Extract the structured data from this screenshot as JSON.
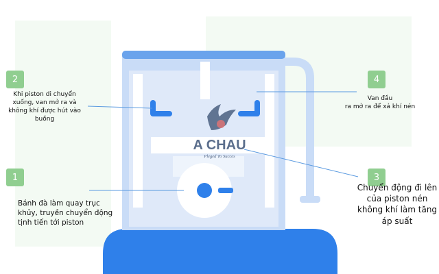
{
  "colors": {
    "badge": "#90ce90",
    "machine_light": "#c9dcf7",
    "machine_mid": "#6aa3ec",
    "machine_dark": "#2f80ea",
    "line": "#5a9ae0"
  },
  "logo": {
    "name": "A CHAU",
    "tagline": "Pleged To Succes"
  },
  "steps": [
    {
      "number": "1",
      "text": "Bánh đà làm quay trục khủy, truyền chuyển động tịnh tiến tới piston"
    },
    {
      "number": "2",
      "text": "Khi piston di chuyển xuống, van mở ra và không khí được hút vào buồng"
    },
    {
      "number": "3",
      "text": "Chuyển động đi lên của piston nén không khí làm tăng áp suất"
    },
    {
      "number": "4",
      "text_line1": "Van đầu",
      "text_line2": "ra mở ra để xả khí nén"
    }
  ]
}
